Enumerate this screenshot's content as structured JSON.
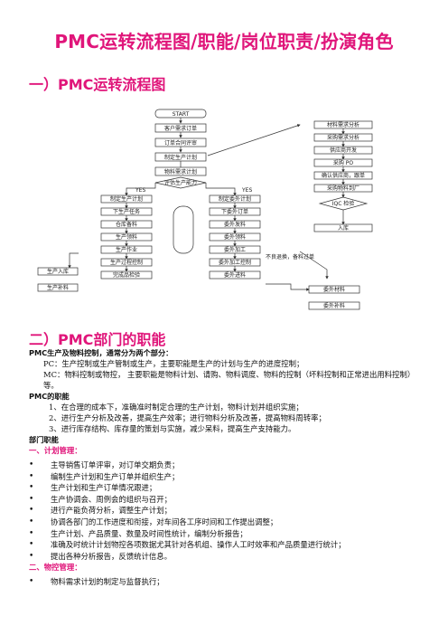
{
  "title": "PMC运转流程图/职能/岗位职责/扮演角色",
  "section1": "一）PMC运转流程图",
  "flow": {
    "start": "START",
    "yes": "YES",
    "nodes": {
      "a1": "客户需求订单",
      "a2": "订单合同评审",
      "a3": "制定生产计划",
      "a4": "物料需求计划",
      "a5": "评估生产能力",
      "l1": "制定生产计划",
      "l2": "下生产任务",
      "l3": "仓库备料",
      "l4": "生产领料",
      "l5": "生产作业",
      "l6": "生产过程控制",
      "l7": "完成品检验",
      "side1": "生产入库",
      "side2": "生产补料",
      "m1": "制定委外计划",
      "m2": "下委外订单",
      "m3": "委外发料",
      "m4": "委外领料",
      "m5": "委外加工",
      "m6": "委外加工控制",
      "m7": "委外进料",
      "r1": "材料需求分析",
      "r2": "采购需求分析",
      "r3": "供应商开发",
      "r4": "采购 PO",
      "r5": "确认供应商，跟单",
      "r6": "采购物料到厂",
      "r7": "IQC 检验",
      "r8": "入库",
      "r9": "委外材料",
      "r10": "委外补料",
      "note": "不良退换，备料过单"
    }
  },
  "section2": "二）PMC部门的职能",
  "p1": "PMC生产及物料控制，通常分为两个部分：",
  "p2": "PC：生产控制或生产管制或生产，主要职能是生产的计划与生产的进度控制；",
  "p3": "MC：物料控制或物控，   主要职能是物料计划、请购、物料调度、物料的控制（坏料控制和正常进出用料控制）等。",
  "p4": "PMC的职能",
  "p5": "1、在合理的成本下，准确准时制定合理的生产计划，物料计划并组织实施；",
  "p6": "2、进行生产分析及改善，提高生产效率；进行物料分析及改善，提高物料周转率；",
  "p7": "3、进行库存结构、库存量的策划与实施，减少呆料，提高生产支持能力。",
  "p8": "部门职能",
  "sub1": "一、计划管理：",
  "list1": [
    "主导销售订单评审，对订单交期负责；",
    "编制生产计划和生产订单并组织生产；",
    "生产计划和生产订单情况跟进；",
    "生产协调会、周例会的组织与召开；",
    "进行产能负荷分析，调整生产计划；",
    "协调各部门的工作进度和衔接，对车间各工序时间和工作提出调整；",
    "生产计划、产品质量、数量及时间性统计，编制分析报告；",
    "准确及时统计计划物控各项数据尤其针对各机组、操作人工时效率和产品质量进行统计；",
    "提出各种分析报告，反馈统计信息。"
  ],
  "sub2": "二、物控管理：",
  "list2": [
    "物料需求计划的制定与监督执行；"
  ]
}
